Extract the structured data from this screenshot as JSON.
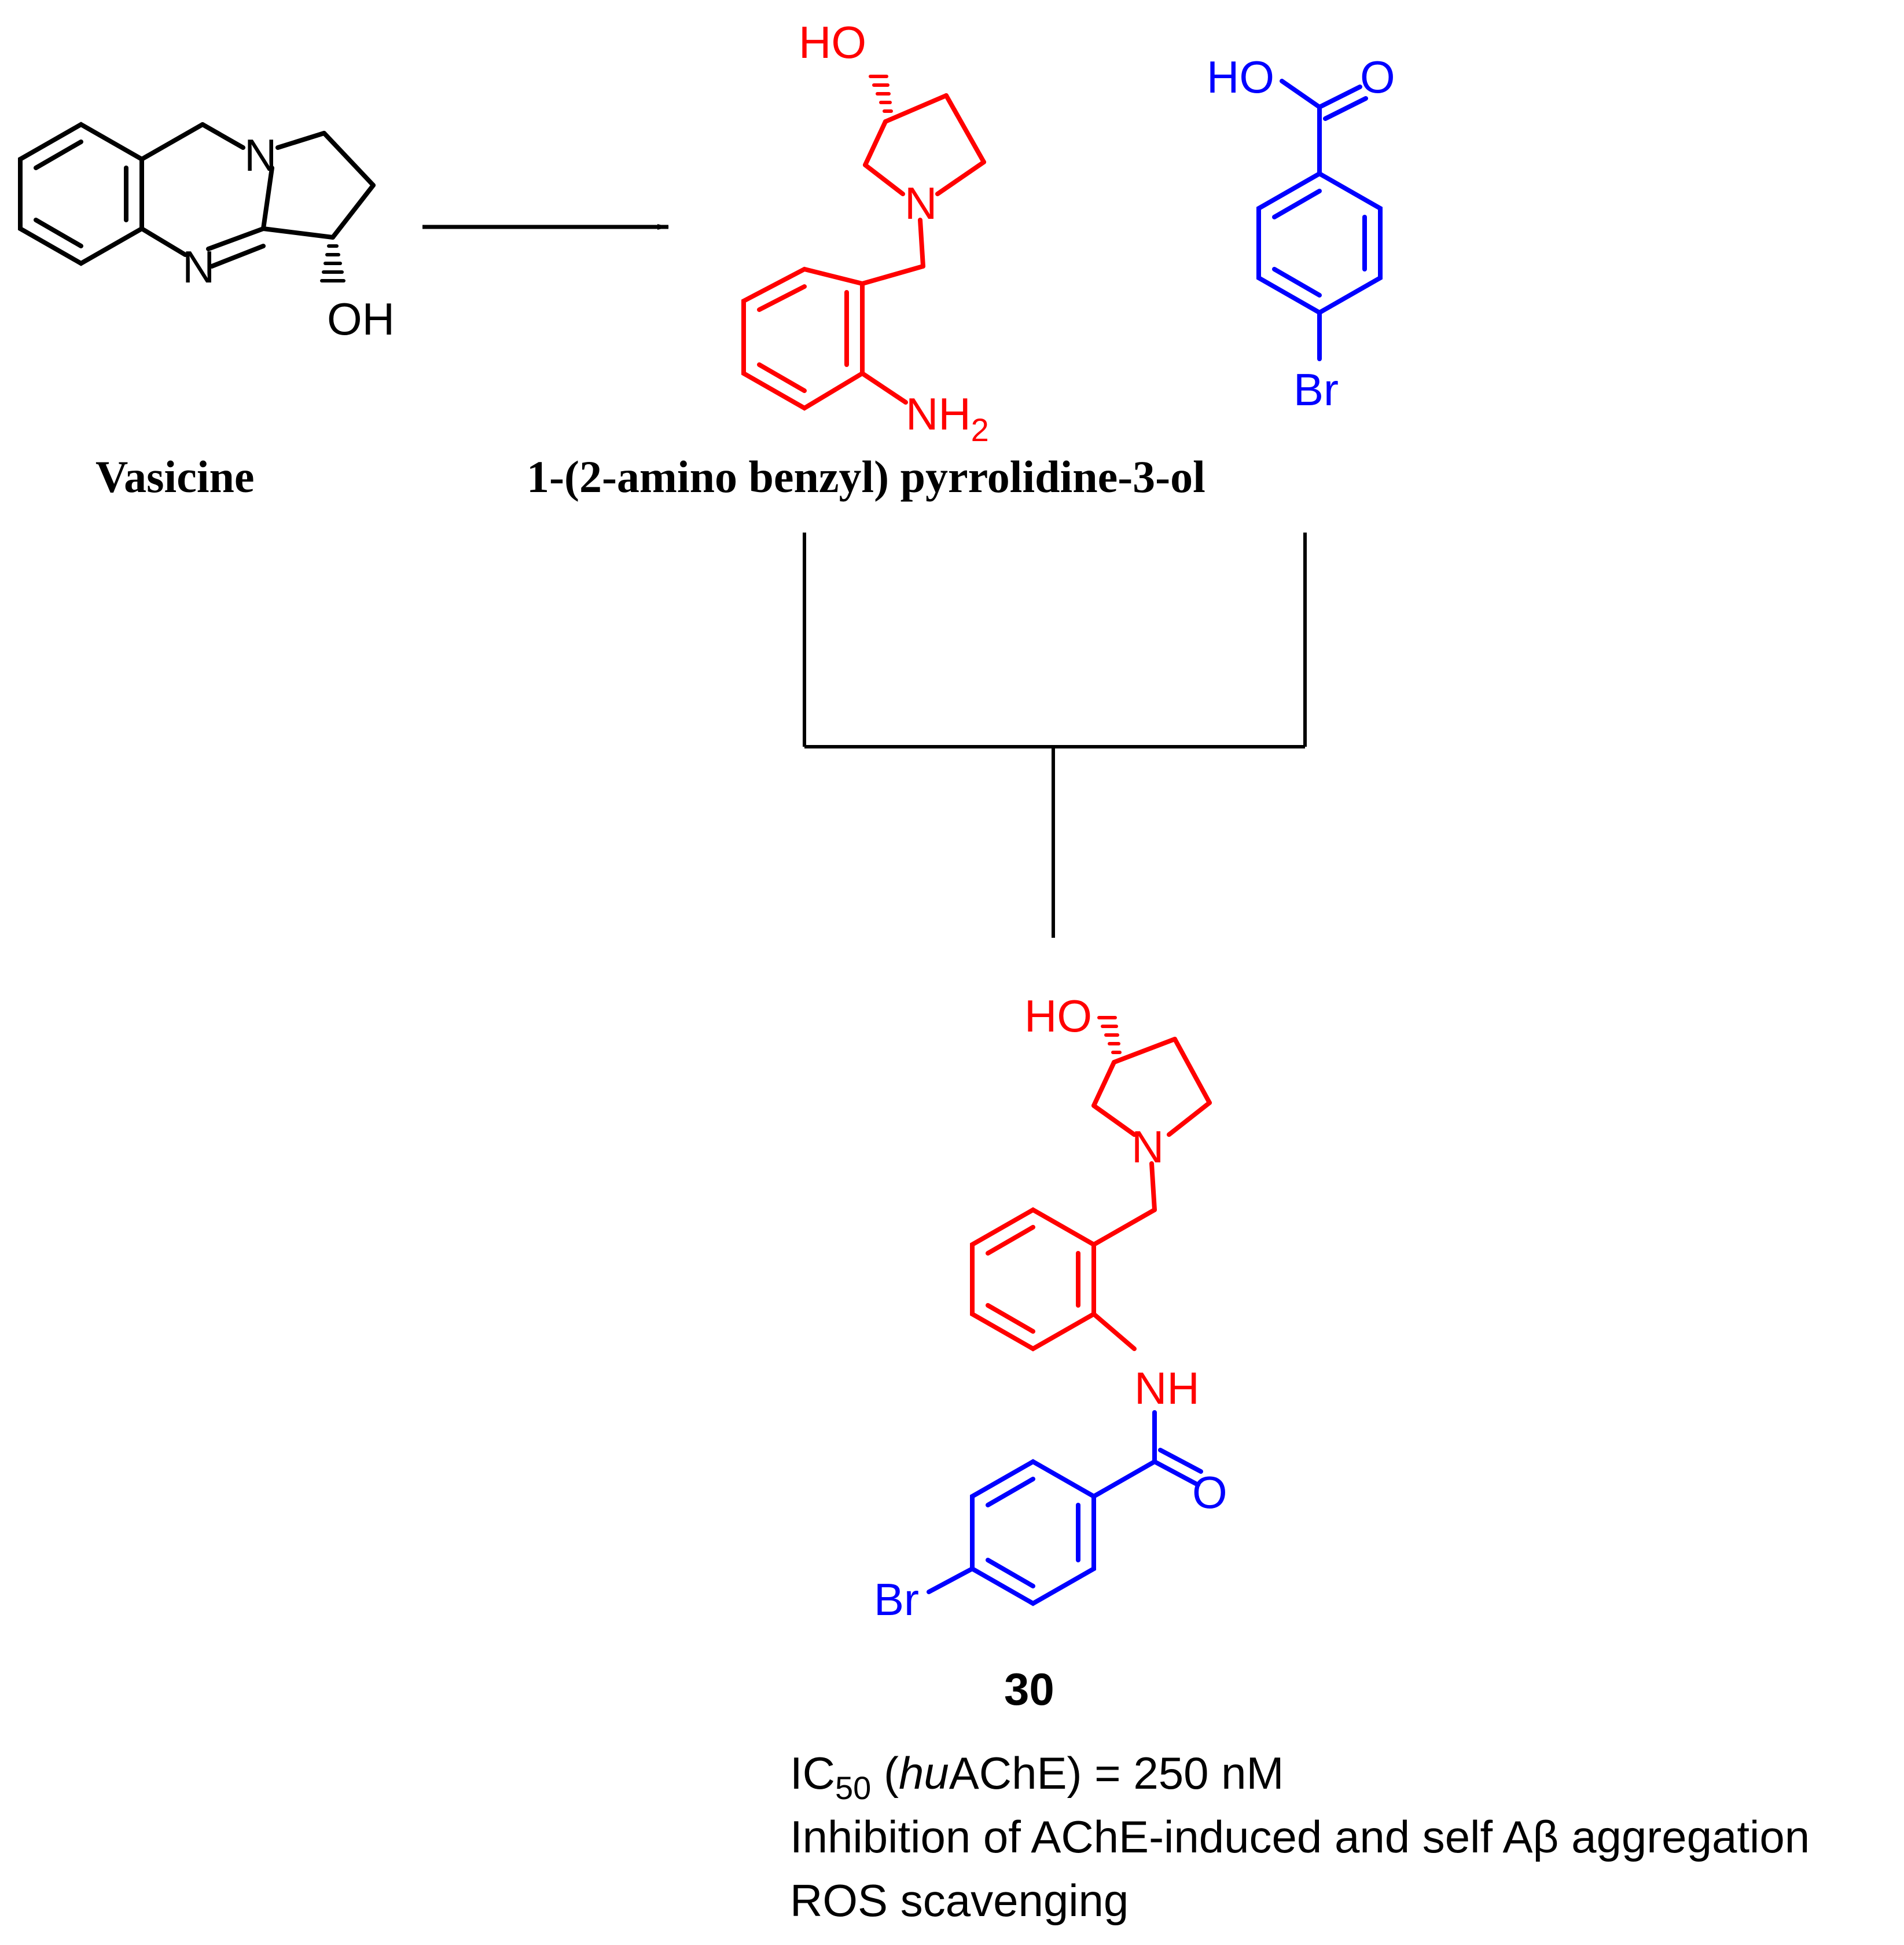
{
  "colors": {
    "black": "#000000",
    "red": "#ff0000",
    "blue": "#0000ff"
  },
  "reactant": {
    "name": "Vasicine",
    "atoms": {
      "n_ring": "N",
      "n_amidine": "N",
      "oh": "OH"
    }
  },
  "intermediate": {
    "name": "1-(2-amino benzyl) pyrrolidine-3-ol",
    "atoms": {
      "ho": "HO",
      "n": "N",
      "nh2": "NH",
      "nh2_sub": "2"
    }
  },
  "acid": {
    "atoms": {
      "ho": "HO",
      "o": "O",
      "br": "Br"
    }
  },
  "product": {
    "label": "30",
    "atoms": {
      "ho": "HO",
      "n": "N",
      "nh": "NH",
      "o": "O",
      "br": "Br"
    }
  },
  "properties": {
    "line1": {
      "prefix": "IC",
      "sub": "50",
      "paren_open": " (",
      "enzyme_italic": "hu",
      "enzyme": "AChE",
      "rest": ") = 250 nM"
    },
    "line2": "Inhibition of AChE-induced and self Aβ aggregation",
    "line3": "ROS scavenging"
  }
}
